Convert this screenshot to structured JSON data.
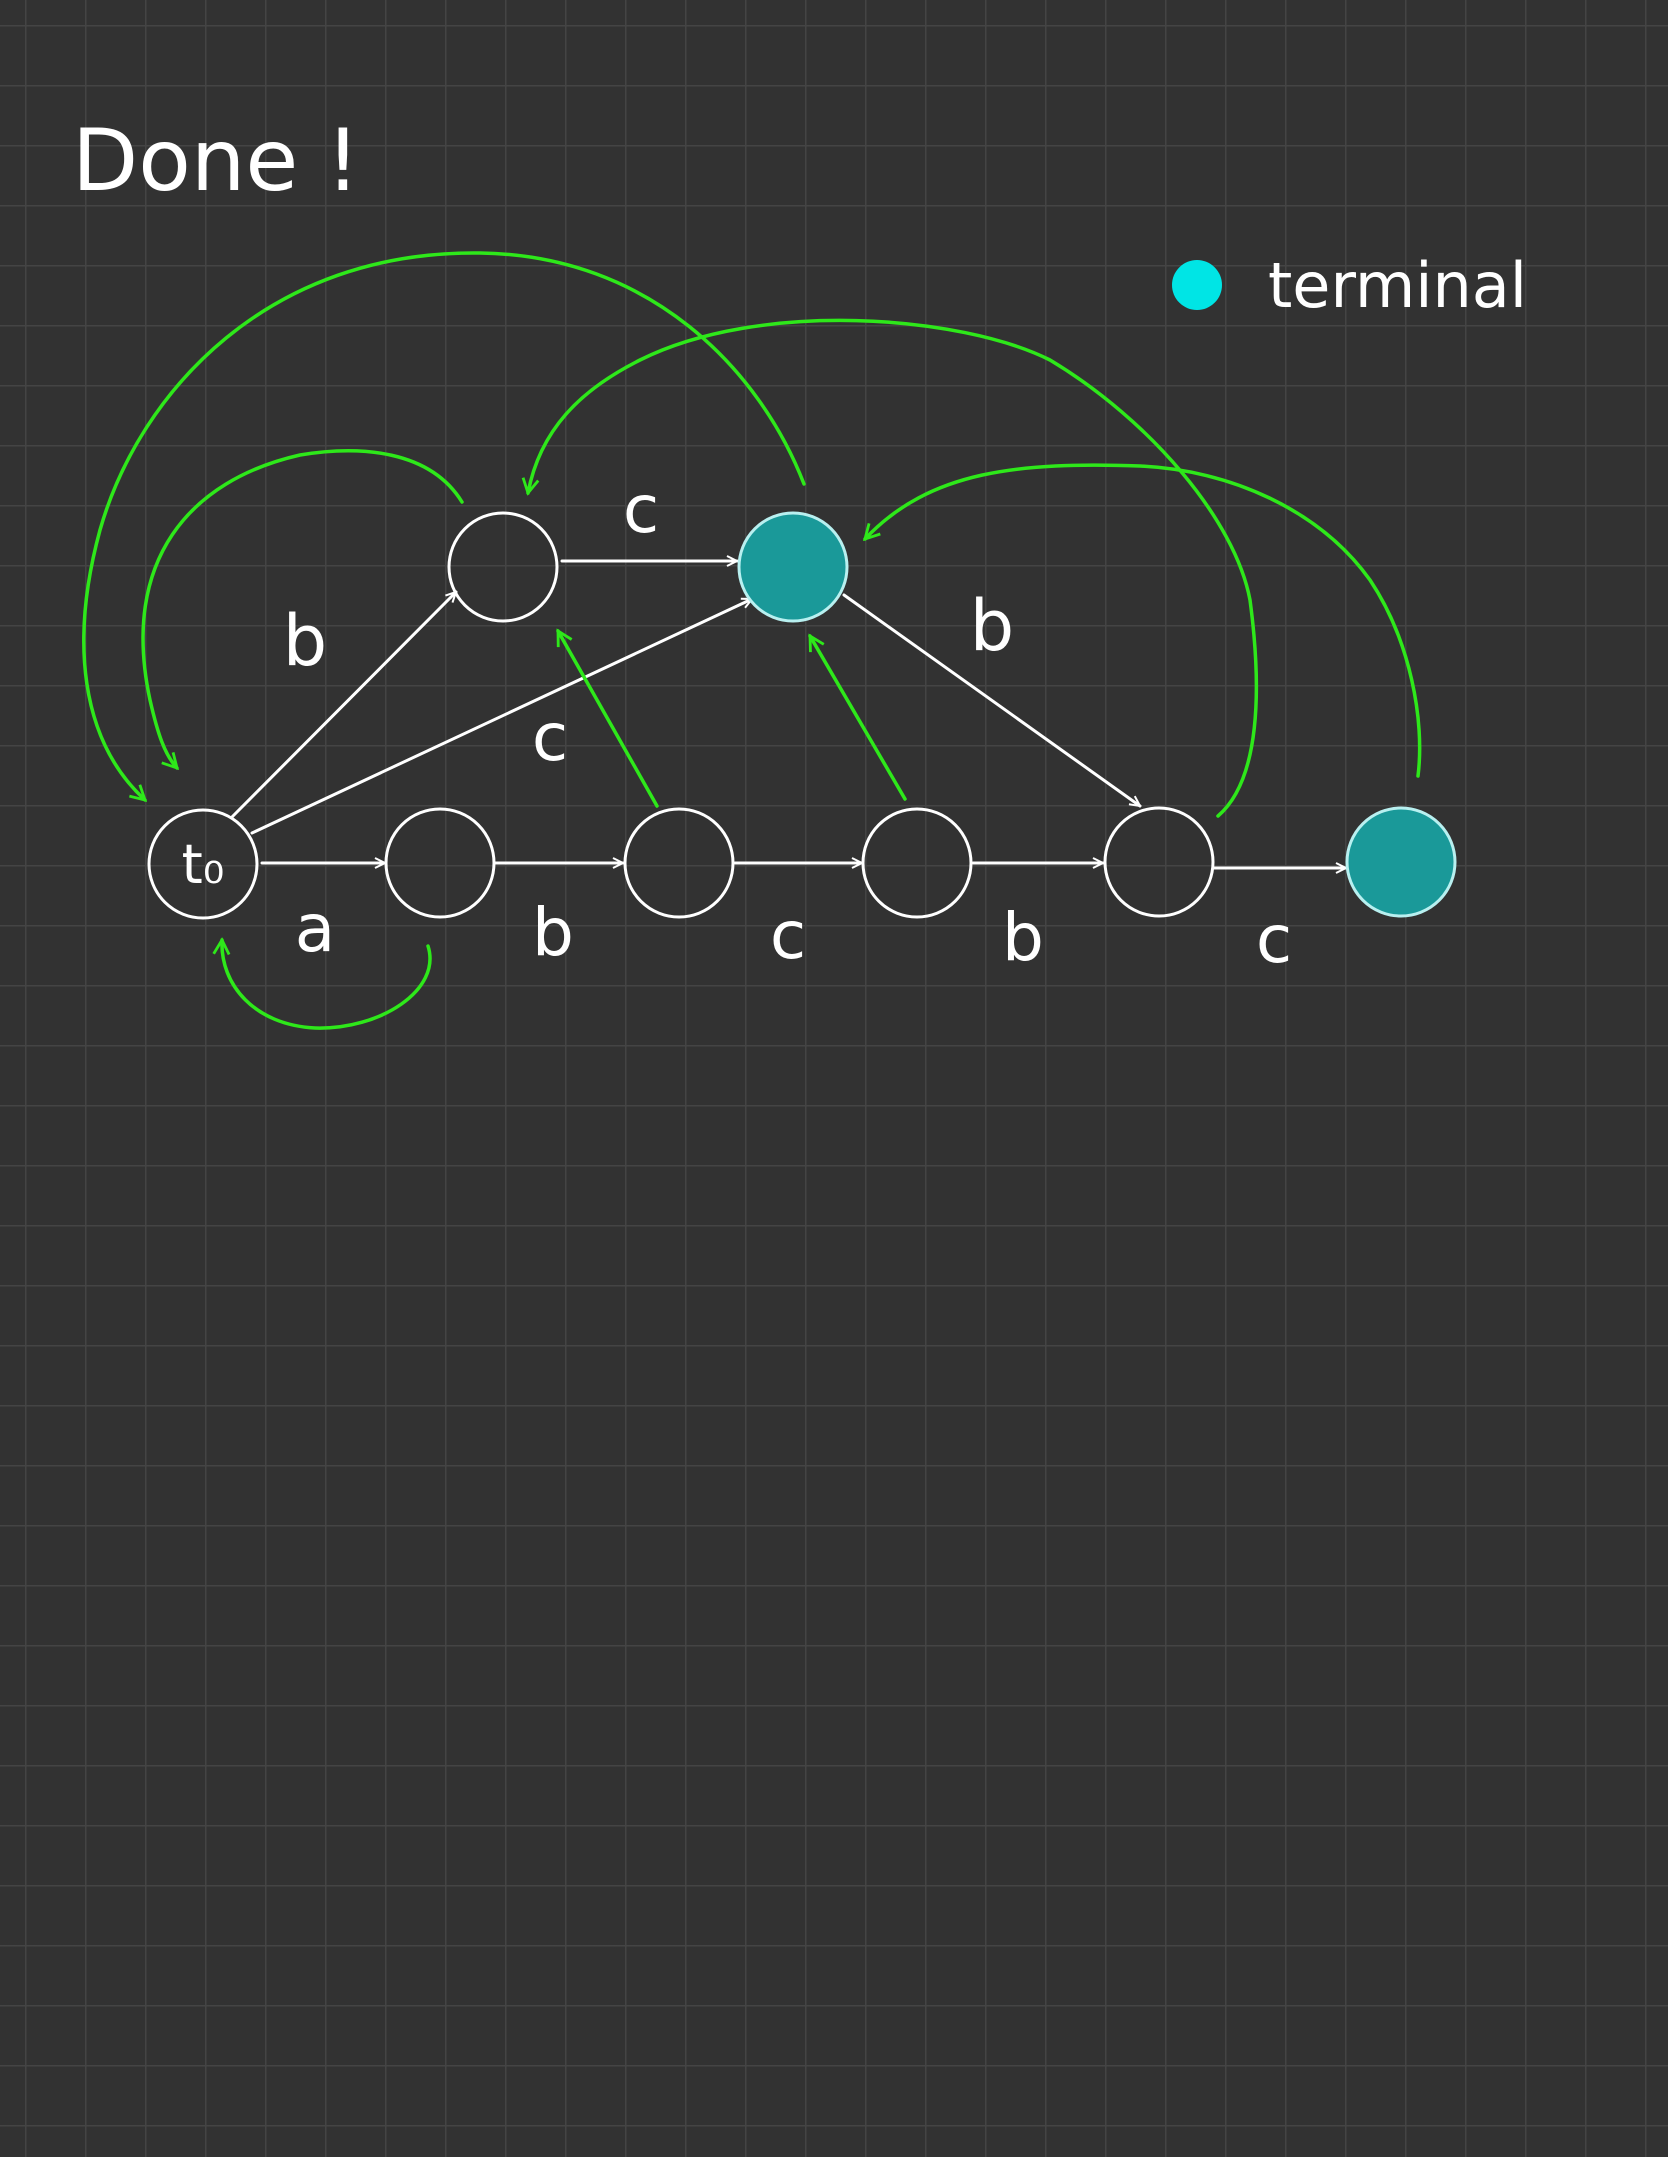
{
  "title": "Done !",
  "legend": {
    "label": "terminal",
    "color": "#00e5e5"
  },
  "colors": {
    "background": "#323232",
    "grid": "#444444",
    "node_stroke": "#ffffff",
    "terminal_fill": "#1a9999",
    "suffix_link": "#2ee81a"
  },
  "nodes": {
    "start_label": "t₀"
  },
  "edge_labels": {
    "a_t0_n1": "a",
    "b_n1_n2": "b",
    "c_n2_n3": "c",
    "b_n3_n4": "b",
    "c_n4_n5": "c",
    "b_t0_top": "b",
    "c_t0_term": "c",
    "c_top_term": "c",
    "b_term_n4": "b"
  }
}
